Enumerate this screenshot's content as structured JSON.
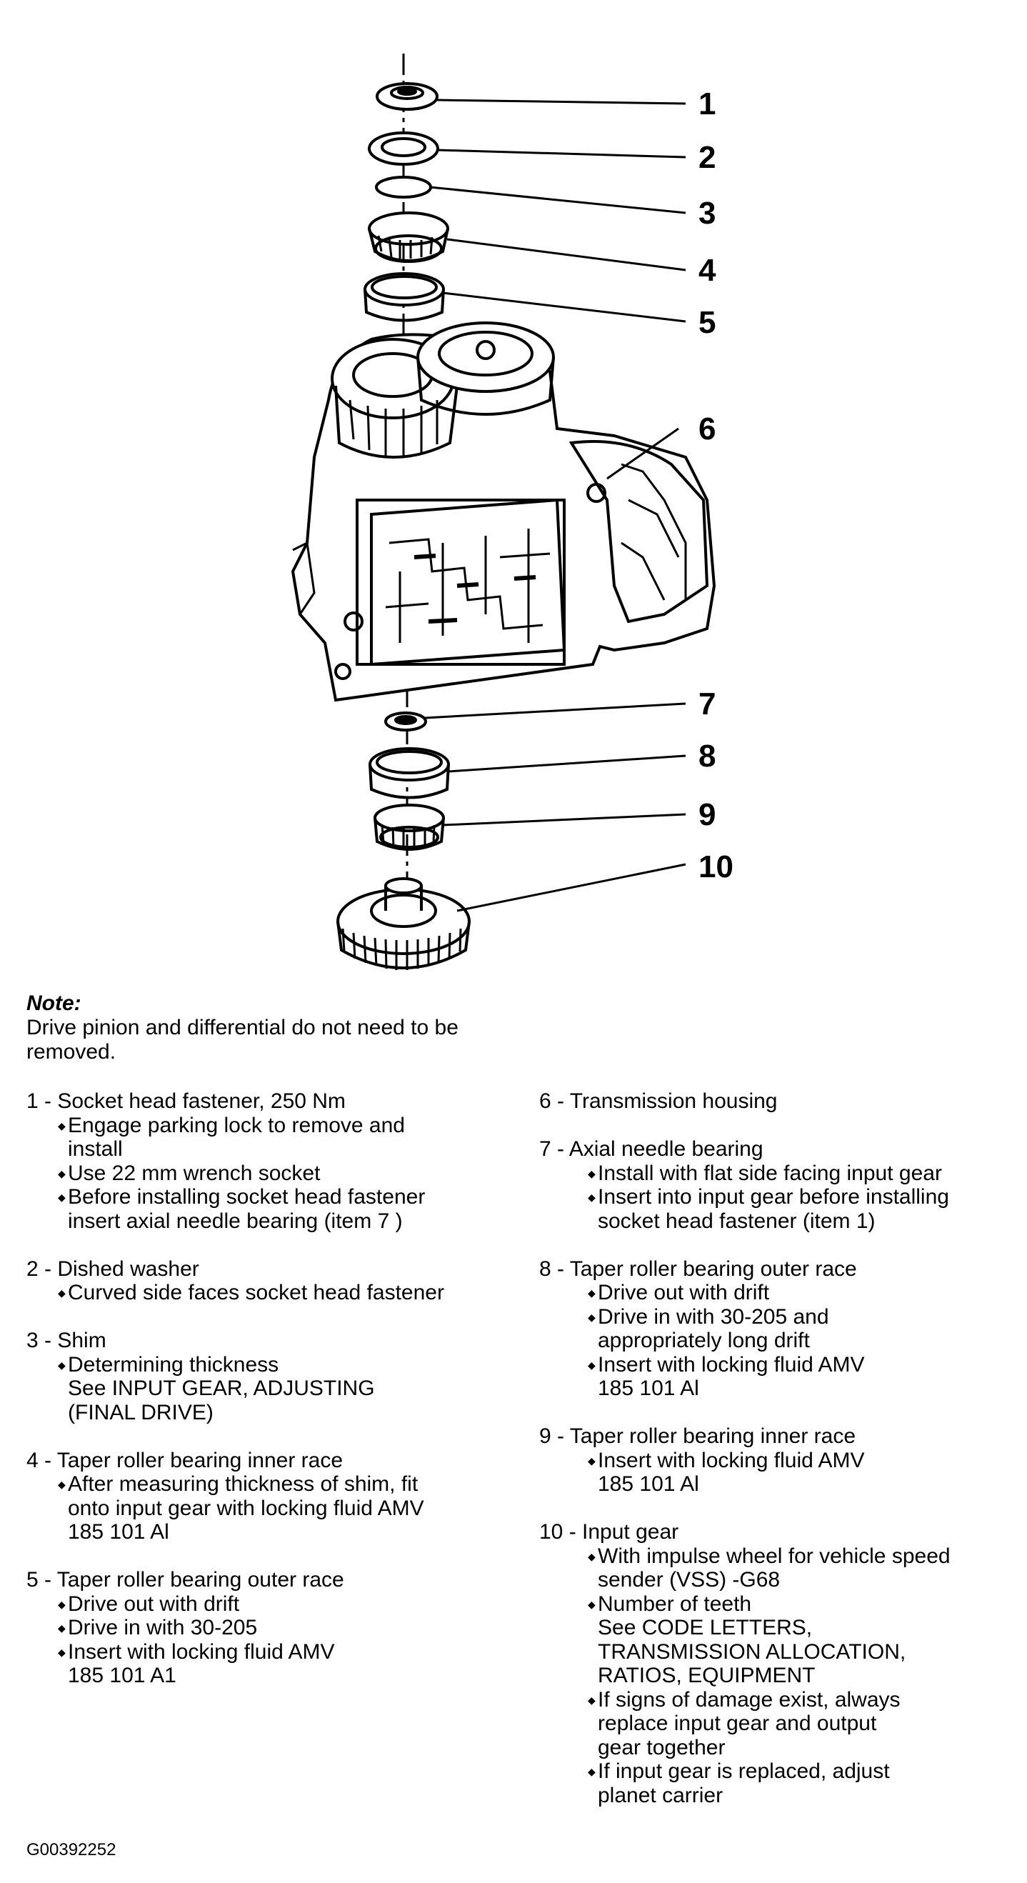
{
  "callouts": [
    "1",
    "2",
    "3",
    "4",
    "5",
    "6",
    "7",
    "8",
    "9",
    "10"
  ],
  "note": {
    "title": "Note:",
    "text": "Drive pinion and differential do not need to be removed."
  },
  "items_left": [
    {
      "head": "1 - Socket head fastener, 250 Nm",
      "bullets": [
        "Engage parking lock to remove and\n install",
        "Use 22 mm wrench socket",
        "Before installing socket head fastener\n insert axial needle bearing (item 7 )"
      ]
    },
    {
      "head": "2 - Dished washer",
      "bullets": [
        "Curved side faces socket head fastener"
      ]
    },
    {
      "head": "3 - Shim",
      "bullets": [
        "Determining thickness\nSee INPUT GEAR, ADJUSTING\n(FINAL DRIVE)"
      ]
    },
    {
      "head": "4 - Taper roller bearing inner race",
      "bullets": [
        "After measuring thickness of shim, fit\nonto input gear with locking fluid AMV\n185 101 Al"
      ]
    },
    {
      "head": "5 - Taper roller bearing outer race",
      "bullets": [
        "Drive out with drift",
        "Drive in with 30-205",
        "Insert with locking fluid AMV\n185 101 A1"
      ]
    }
  ],
  "items_right": [
    {
      "head": "6 - Transmission housing",
      "bullets": []
    },
    {
      "head": "7 - Axial needle bearing",
      "bullets": [
        "Install with flat side facing input gear",
        "Insert into input gear before installing\n socket head fastener (item 1)"
      ]
    },
    {
      "head": "8 - Taper roller bearing outer race",
      "bullets": [
        "Drive out with drift",
        "Drive in with 30-205 and\n appropriately long drift",
        "Insert with locking fluid AMV\n185 101 Al"
      ]
    },
    {
      "head": "9 - Taper roller bearing inner race",
      "bullets": [
        "Insert with locking fluid AMV\n185 101 Al"
      ]
    },
    {
      "head": "10 - Input gear",
      "bullets": [
        "With impulse wheel for vehicle speed\n sender (VSS) -G68",
        "Number of teeth\nSee CODE LETTERS,\nTRANSMISSION ALLOCATION,\nRATIOS, EQUIPMENT",
        "If signs of damage exist, always\n replace input gear and output\n gear together",
        "If input gear is replaced, adjust\n planet carrier"
      ]
    }
  ],
  "figure_id": "G00392252"
}
